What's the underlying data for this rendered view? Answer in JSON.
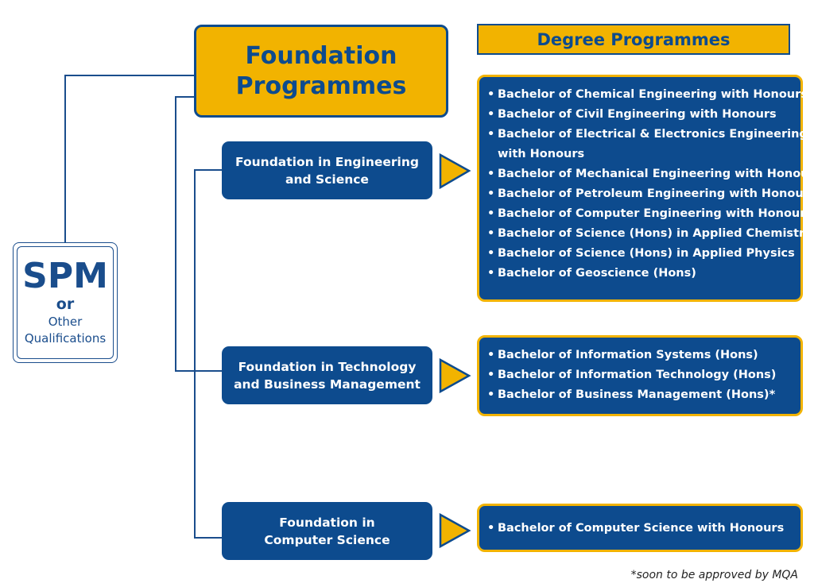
{
  "entry": {
    "main": "SPM",
    "connector": "or",
    "line1": "Other",
    "line2": "Qualifications"
  },
  "foundation_header": {
    "line1": "Foundation",
    "line2": "Programmes"
  },
  "degree_header": "Degree Programmes",
  "foundations": [
    {
      "line1": "Foundation in Engineering",
      "line2": "and Science",
      "degrees": [
        "Bachelor of Chemical Engineering with Honours",
        "Bachelor of Civil Engineering with Honours",
        "Bachelor of Electrical & Electronics Engineering",
        "with Honours",
        "Bachelor of Mechanical Engineering with Honours",
        "Bachelor of Petroleum Engineering with Honours",
        "Bachelor of Computer Engineering with Honours",
        "Bachelor of Science (Hons) in Applied Chemistry",
        "Bachelor of Science (Hons) in Applied Physics",
        "Bachelor of Geoscience (Hons)"
      ]
    },
    {
      "line1": "Foundation in Technology",
      "line2": "and Business Management",
      "degrees": [
        "Bachelor of Information Systems (Hons)",
        "Bachelor of Information Technology (Hons)",
        "Bachelor of Business Management (Hons)*"
      ]
    },
    {
      "line1": "Foundation in",
      "line2": "Computer Science",
      "degrees": [
        "Bachelor of Computer Science with Honours"
      ]
    }
  ],
  "footnote": "*soon to be approved by MQA",
  "colors": {
    "navy": "#0d4b8e",
    "gold": "#f2b300",
    "line": "#1a4d8c"
  }
}
